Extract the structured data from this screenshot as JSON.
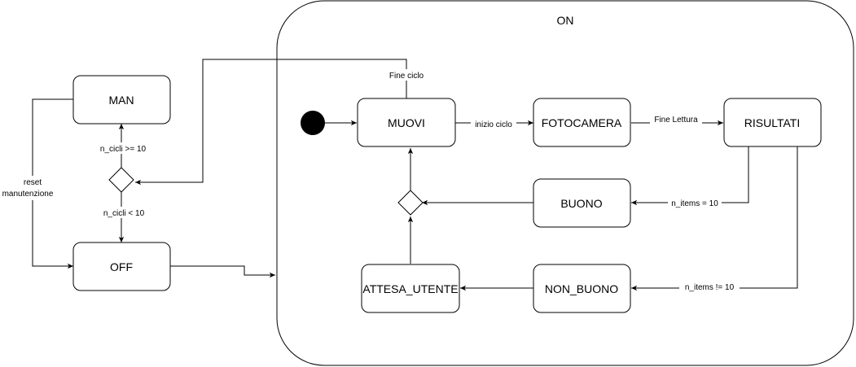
{
  "container": {
    "label": "ON"
  },
  "states": {
    "man": "MAN",
    "off": "OFF",
    "muovi": "MUOVI",
    "fotocamera": "FOTOCAMERA",
    "risultati": "RISULTATI",
    "buono": "BUONO",
    "non_buono": "NON_BUONO",
    "attesa_utente": "ATTESA_UTENTE"
  },
  "transitions": {
    "fine_ciclo": "Fine ciclo",
    "inizio_ciclo": "inizio ciclo",
    "fine_lettura": "Fine Lettura",
    "n_cicli_ge_10": "n_cicli >= 10",
    "n_cicli_lt_10": "n_cicli < 10",
    "reset_line1": "reset",
    "reset_line2": "manutenzione",
    "n_items_eq_10": "n_items = 10",
    "n_items_ne_10": "n_items != 10"
  }
}
